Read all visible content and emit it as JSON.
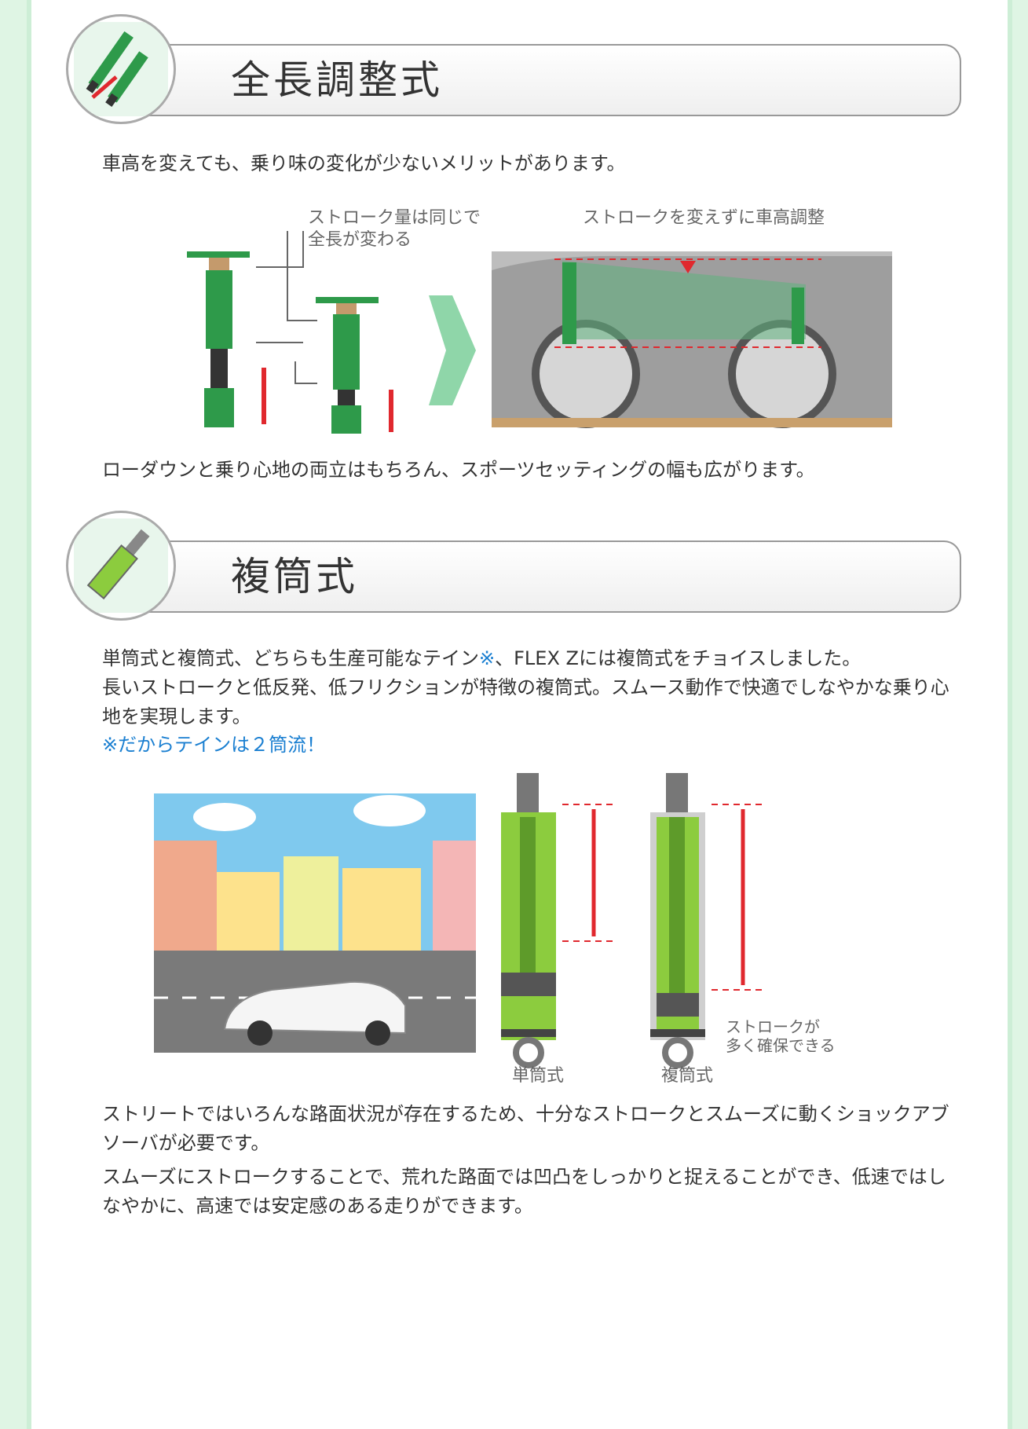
{
  "section1": {
    "title": "全長調整式",
    "intro": "車高を変えても、乗り味の変化が少ないメリットがあります。",
    "diagram_caption_left_line1": "ストローク量は同じで",
    "diagram_caption_left_line2": "全長が変わる",
    "diagram_caption_right": "ストロークを変えずに車高調整",
    "outro": "ローダウンと乗り心地の両立はもちろん、スポーツセッティングの幅も広がります。"
  },
  "section2": {
    "title": "複筒式",
    "para1_line1_a": "単筒式と複筒式、どちらも生産可能なテイン",
    "para1_line1_mark": "※",
    "para1_line1_b": "、FLEX Zには複筒式をチョイスしました。",
    "para1_line2": "長いストロークと低反発、低フリクションが特徴の複筒式。スムース動作で快適でしなやかな乗り心地を実現します。",
    "note": "※だからテインは２筒流！",
    "label_mono": "単筒式",
    "label_twin": "複筒式",
    "stroke_note_line1": "ストロークが",
    "stroke_note_line2": "多く確保できる",
    "para2": "ストリートではいろんな路面状況が存在するため、十分なストロークとスムーズに動くショックアブソーバが必要です。",
    "para3": "スムーズにストロークすることで、荒れた路面では凹凸をしっかりと捉えることができ、低速ではしなやかに、高速では安定感のある走りができます。"
  },
  "colors": {
    "accent_green": "#2e9a4a",
    "arrow_red": "#e0282e",
    "note_blue": "#1a7fd1"
  }
}
